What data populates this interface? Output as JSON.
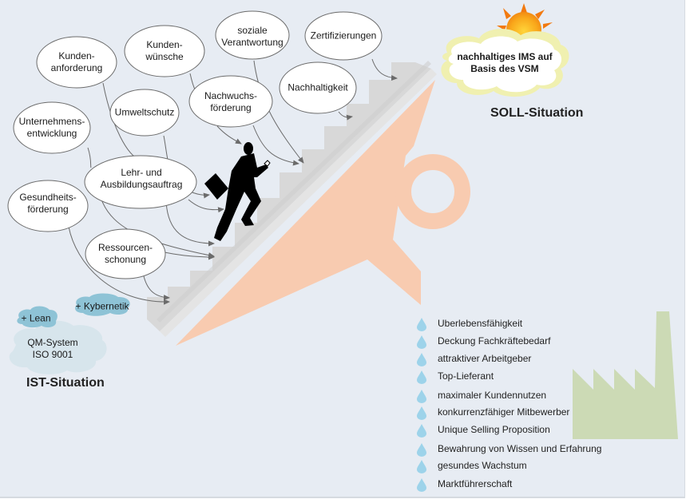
{
  "diagram": {
    "ist": {
      "title": "IST-Situation",
      "base_cloud": [
        "QM-System",
        "ISO 9001"
      ],
      "add_ons": [
        "+ Lean",
        "+ Kybernetik"
      ]
    },
    "soll": {
      "title": "SOLL-Situation",
      "goal_cloud": [
        "nachhaltiges IMS auf",
        "Basis des VSM"
      ]
    },
    "drivers": [
      {
        "id": "kundenanforderung",
        "lines": [
          "Kunden-",
          "anforderung"
        ]
      },
      {
        "id": "kundenwuensche",
        "lines": [
          "Kunden-",
          "wünsche"
        ]
      },
      {
        "id": "soziale-verantwortung",
        "lines": [
          "soziale",
          "Verantwortung"
        ]
      },
      {
        "id": "zertifizierungen",
        "lines": [
          "Zertifizierungen"
        ]
      },
      {
        "id": "nachhaltigkeit",
        "lines": [
          "Nachhaltigkeit"
        ]
      },
      {
        "id": "nachwuchsfoerderung",
        "lines": [
          "Nachwuchs-",
          "förderung"
        ]
      },
      {
        "id": "umweltschutz",
        "lines": [
          "Umweltschutz"
        ]
      },
      {
        "id": "unternehmensentwicklung",
        "lines": [
          "Unternehmens-",
          "entwicklung"
        ]
      },
      {
        "id": "lehr-und-ausbildungsauftrag",
        "lines": [
          "Lehr- und",
          "Ausbildungsauftrag"
        ]
      },
      {
        "id": "gesundheitsfoerderung",
        "lines": [
          "Gesundheits-",
          "förderung"
        ]
      },
      {
        "id": "ressourcenschonung",
        "lines": [
          "Ressourcen-",
          "schonung"
        ]
      }
    ],
    "benefits": [
      "Uberlebensfähigkeit",
      "Deckung Fachkräftebedarf",
      "attraktiver Arbeitgeber",
      "Top-Lieferant",
      "maximaler Kundennutzen",
      "konkurrenzfähiger Mitbewerber",
      "Unique Selling Proposition",
      "Bewahrung von Wissen und Erfahrung",
      "gesundes Wachstum",
      "Marktführerschaft"
    ],
    "icons": {
      "person": "businessman-climbing-icon",
      "sun": "sun-icon",
      "factory": "factory-icon",
      "funnel": "funnel-icon",
      "bullet": "water-drop-icon",
      "stairs": "staircase-icon"
    },
    "colors": {
      "background": "#e7ecf3",
      "ellipse_fill": "#ffffff",
      "ellipse_stroke": "#6b6b6b",
      "stairs": "#d6d6d6",
      "funnel": "#f8cbb0",
      "factory": "#ccdab5",
      "ist_cloud": "#d7e5ec",
      "addon_cloud": "#8ec3d6",
      "sun": "#f8a818",
      "goal_cloud_glow": "#f0f0b0",
      "drop": "#9dd3ea"
    }
  }
}
